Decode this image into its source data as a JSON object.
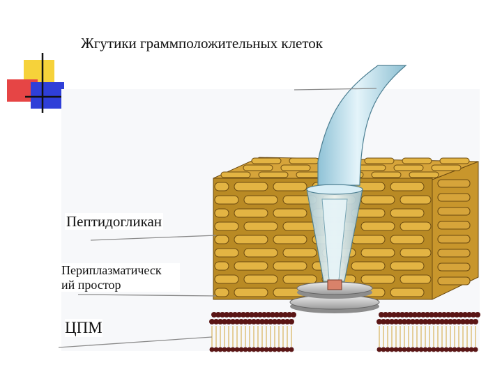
{
  "title": "Жгутики граммположительных клеток",
  "labels": {
    "peptidoglycan": "Пептидогликан",
    "periplasmic_line1": "Периплазматическ",
    "periplasmic_line2": "ий простор",
    "cpm": "ЦПМ"
  },
  "colors": {
    "accent_yellow": "#f6d23a",
    "accent_red": "#e64545",
    "accent_blue": "#2f3fd8",
    "peptidoglycan_fill": "#e3b443",
    "peptidoglycan_stroke": "#6b4a10",
    "flagellum_fill": "#bfe0ec",
    "lipid_head": "#5a1515",
    "lipid_tail": "#d8b35a"
  }
}
